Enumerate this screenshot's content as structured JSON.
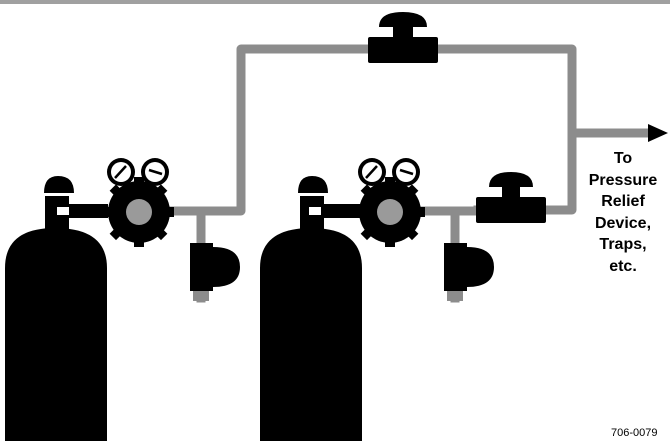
{
  "diagram": {
    "destination_label_lines": [
      "To",
      "Pressure",
      "Relief",
      "Device,",
      "Traps,",
      "etc."
    ],
    "figure_id": "706-0079",
    "colors": {
      "ink": "#000000",
      "pipe": "#8c8c8c",
      "regulator_hub": "#9a9a9a",
      "gauge_face": "#ffffff",
      "top_rule": "#a0a0a0"
    },
    "components": {
      "cylinders": 2,
      "regulators": 2,
      "gauges_per_regulator": 2,
      "inline_valves": 2,
      "outlet_arrow": "right-arrow-icon"
    }
  }
}
